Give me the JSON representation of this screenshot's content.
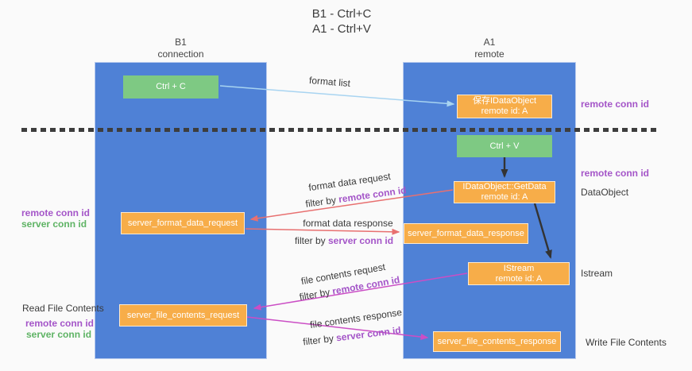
{
  "title": {
    "line1": "B1 - Ctrl+C",
    "line2": "A1 - Ctrl+V"
  },
  "lanes": {
    "left": {
      "name": "B1",
      "role": "connection"
    },
    "right": {
      "name": "A1",
      "role": "remote"
    }
  },
  "nodes": {
    "ctrl_c": "Ctrl + C",
    "ctrl_v": "Ctrl + V",
    "stored_idataobject_line1": "保存IDataObject",
    "stored_idataobject_line2": "remote id: A",
    "getdata_line1": "IDataObject::GetData",
    "getdata_line2": "remote id: A",
    "istream_line1": "IStream",
    "istream_line2": "remote id: A",
    "format_request": "server_format_data_request",
    "format_response": "server_format_data_response",
    "file_request": "server_file_contents_request",
    "file_response": "server_file_contents_response"
  },
  "labels": {
    "format_list": "format list",
    "remote_conn_id_top": "remote conn id",
    "remote_conn_id_mid": "remote conn id",
    "dataobject": "DataObject",
    "istream": "Istream",
    "read_file_contents": "Read File Contents",
    "write_file_contents": "Write File Contents",
    "left_format": {
      "remote": "remote conn id",
      "server": "server conn id"
    },
    "left_file": {
      "remote": "remote conn id",
      "server": "server conn id"
    },
    "format_data_request": "format data request",
    "format_data_response": "format data response",
    "file_contents_request": "file contents request",
    "file_contents_response": "file contents response",
    "filter_by": "filter by",
    "remote_conn_id": "remote conn id",
    "server_conn_id": "server conn id"
  },
  "colors": {
    "lane_blue": "#4f81d6",
    "box_green": "#7ec983",
    "box_orange": "#f7ad49",
    "purple_text": "#a455c8",
    "green_text": "#5eb364",
    "red_arrow": "#e87070",
    "magenta_arrow": "#cb4ec5",
    "light_blue_arrow": "#a8d4f1",
    "black_arrow": "#333333",
    "background": "#fafafa"
  }
}
